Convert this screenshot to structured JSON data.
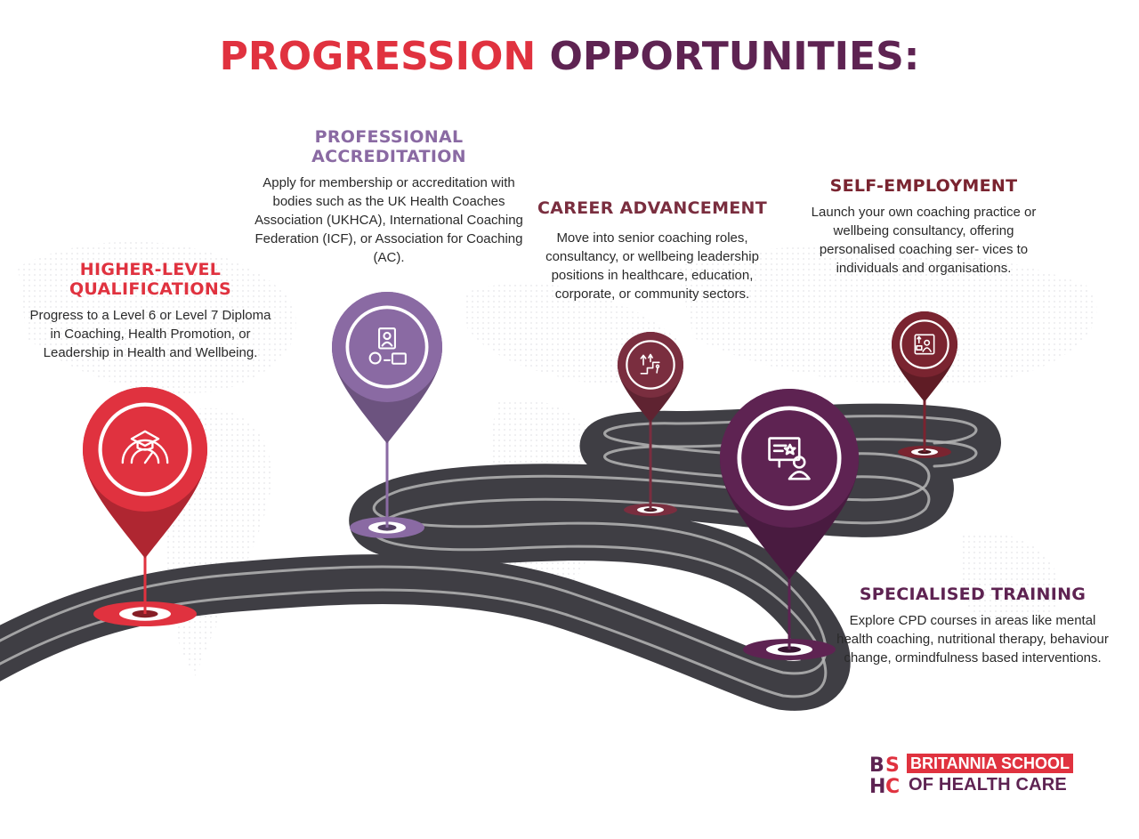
{
  "title": {
    "word1": "PROGRESSION",
    "word2": "OPPORTUNITIES:"
  },
  "colors": {
    "red": "#e0323f",
    "lavender": "#8a6aa3",
    "maroon": "#7a2e3f",
    "burgundy": "#7a2430",
    "plum": "#5e2352",
    "road": "#3f3e44",
    "road_lines": "#b5b5b5"
  },
  "milestones": [
    {
      "key": "higher",
      "heading": "HIGHER-LEVEL QUALIFICATIONS",
      "text": "Progress to a Level 6 or Level 7 Diploma in Coaching, Health Promotion, or Leadership in Health and Wellbeing.",
      "icon": "graduation-gauge-icon",
      "color": "#e0323f"
    },
    {
      "key": "accreditation",
      "heading": "PROFESSIONAL ACCREDITATION",
      "text": "Apply for membership or accreditation with bodies such as the UK Health Coaches Association (UKHCA), International Coaching Federation (ICF), or Association for Coaching (AC).",
      "icon": "certificate-badge-icon",
      "color": "#8a6aa3"
    },
    {
      "key": "career",
      "heading": "CAREER ADVANCEMENT",
      "text": "Move into senior coaching roles, consultancy, or wellbeing leadership positions in healthcare, education, corporate, or community sectors.",
      "icon": "career-stairs-icon",
      "color": "#7a2e3f"
    },
    {
      "key": "self",
      "heading": "SELF-EMPLOYMENT",
      "text": "Launch your own coaching practice or wellbeing consultancy, offering personalised coaching ser- vices to individuals and organisations.",
      "icon": "business-owner-icon",
      "color": "#7a2430"
    },
    {
      "key": "training",
      "heading": "SPECIALISED TRAINING",
      "text": "Explore CPD courses in areas like mental health coaching, nutritional therapy, behaviour change, ormindfulness based interventions.",
      "icon": "presentation-trainer-icon",
      "color": "#5e2352"
    }
  ],
  "logo": {
    "line1": "BRITANNIA SCHOOL",
    "line2": "OF HEALTH CARE",
    "monogram": "BSHC"
  }
}
